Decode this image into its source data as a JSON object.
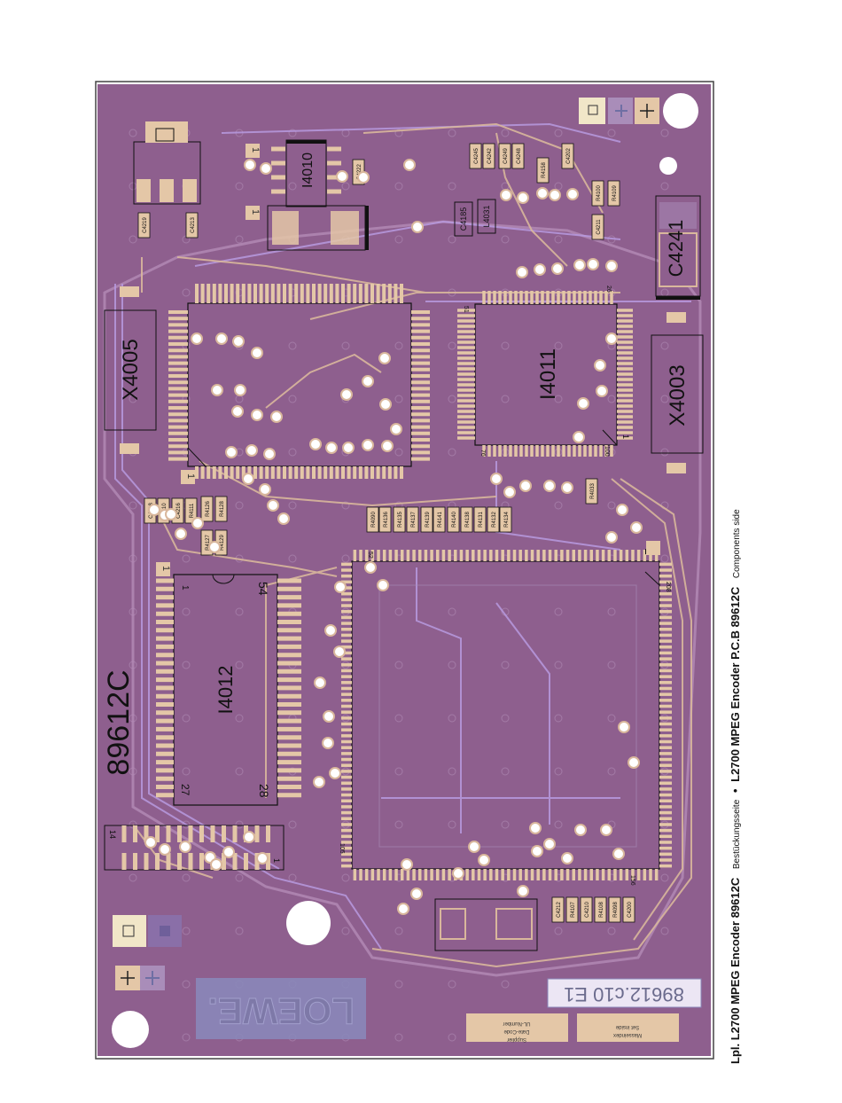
{
  "caption": {
    "bold_part": "Lpl. L2700 MPEG Encoder 89612C",
    "german": "Bestückungsseite",
    "separator": "•",
    "bold_part2": "L2700 MPEG Encoder P.C.B 89612C",
    "english": "Components side"
  },
  "board": {
    "board_number": "89612C",
    "etched_code": "89612.c10 E1",
    "logo_text": "LOEWE.",
    "ul_label": [
      "UL-Number",
      "Date-Code",
      "Supplier"
    ],
    "set_label": [
      "Set inside",
      "Masseindex"
    ]
  },
  "components": {
    "ics": [
      {
        "ref": "I4012",
        "pin_top_left": "1",
        "pin_top_right": "54",
        "pin_bottom_left": "27",
        "pin_bottom_right": "28"
      },
      {
        "ref": "I4011",
        "pin_a": "51",
        "pin_b": "26",
        "pin_c": "76",
        "pin_d": "1",
        "pin_e": "100"
      },
      {
        "ref": "I4010"
      },
      {
        "ref": "X4005"
      },
      {
        "ref": "X4003"
      },
      {
        "ref": "C4241"
      },
      {
        "ref": "C4185"
      },
      {
        "ref": "L4031"
      }
    ],
    "big_ic_pins": [
      "1",
      "208",
      "156",
      "105",
      "52"
    ],
    "connector_pins": [
      "1",
      "14"
    ],
    "small_parts": [
      "C4218",
      "R4110",
      "C4216",
      "R4111",
      "R4126",
      "R4128",
      "R4127",
      "R4129",
      "R4090",
      "R4136",
      "R4135",
      "R4137",
      "R4139",
      "R4141",
      "R4140",
      "R4138",
      "R4131",
      "R4132",
      "R4134",
      "R4033",
      "C4219",
      "C4213",
      "C4222",
      "C4245",
      "C4242",
      "C4249",
      "C4248",
      "R4158",
      "C4202",
      "R4100",
      "R4109",
      "C4211",
      "C4212",
      "R4107",
      "C4210",
      "R4108",
      "R4098",
      "C4200"
    ],
    "pin_one_markers": [
      "1",
      "1",
      "1",
      "1"
    ]
  },
  "colors": {
    "board": "#8e5f8e",
    "pad": "#e4c7a7",
    "trace_top": "#d9b79c",
    "trace_bottom": "#b89ae0",
    "silk": "#1a1a1a"
  }
}
